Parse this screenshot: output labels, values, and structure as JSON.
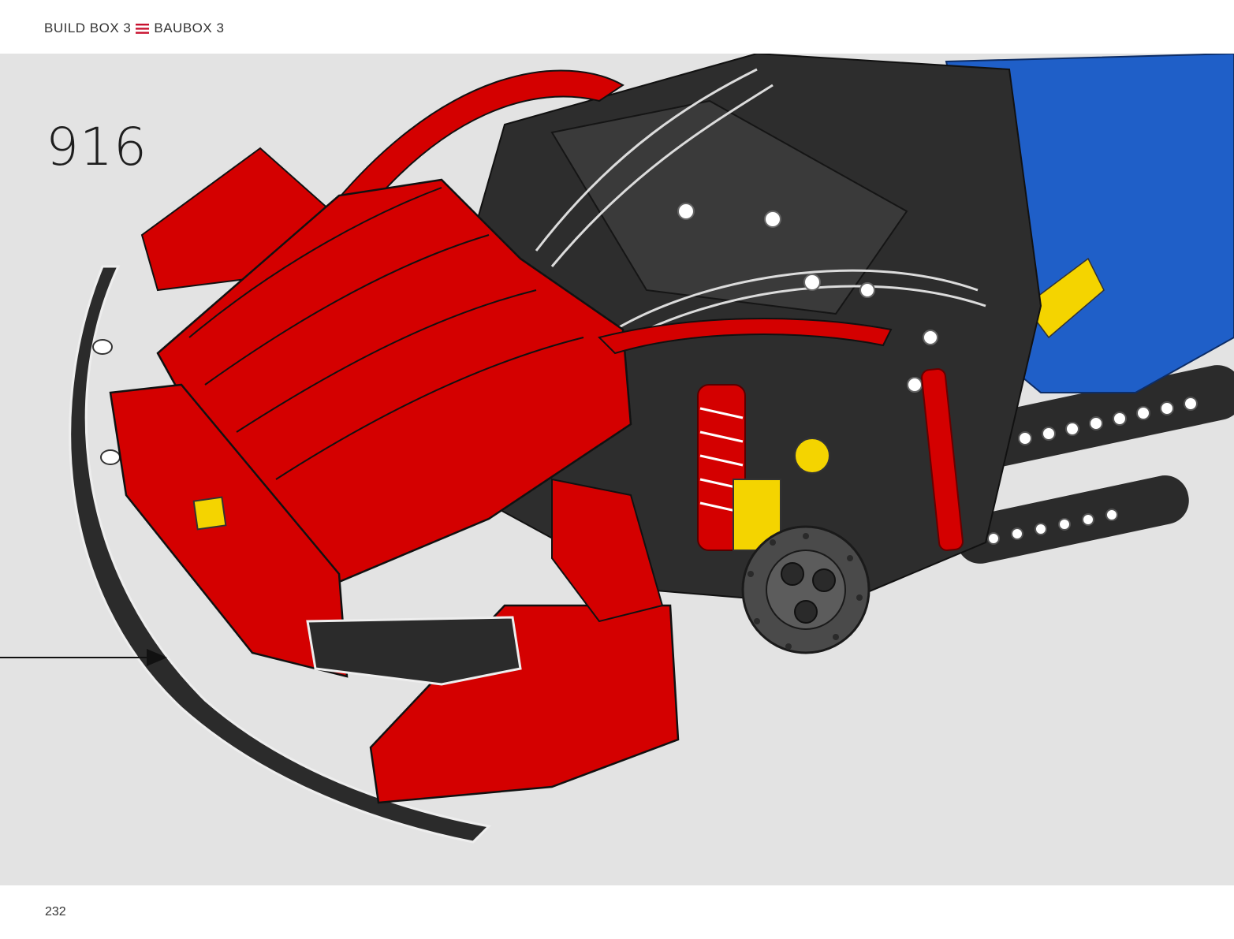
{
  "header": {
    "left_label": "BUILD BOX 3",
    "right_label": "BAUBOX 3",
    "separator_icon": "triple-bar-icon",
    "accent_color": "#c8102e"
  },
  "step": {
    "number": "916"
  },
  "footer": {
    "page_number": "232"
  },
  "illustration": {
    "subject": "car-model-front-assembly",
    "colors": {
      "body": "#d40000",
      "frame": "#2b2b2b",
      "seat": "#1f5fc8",
      "accent": "#f4d400",
      "background": "#e3e3e3"
    },
    "callout": "arrow-pointer-icon"
  }
}
